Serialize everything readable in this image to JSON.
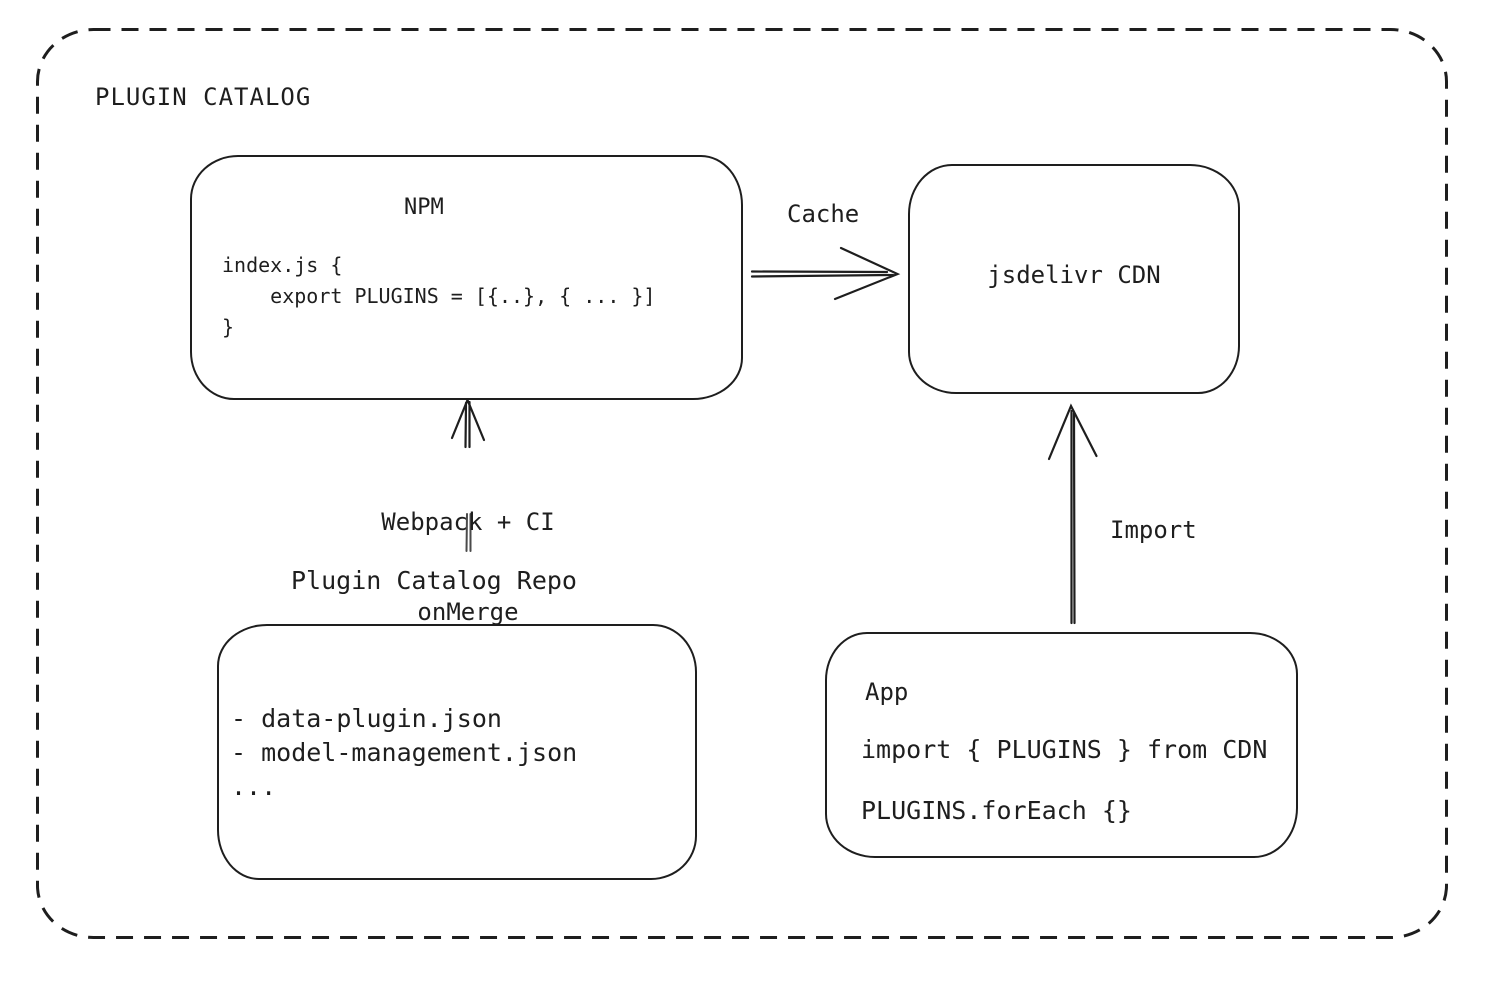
{
  "diagram": {
    "title": "PLUGIN CATALOG",
    "nodes": {
      "npm": {
        "title": "NPM",
        "code": [
          "index.js {",
          "    export PLUGINS = [{..}, { ... }]",
          "}"
        ]
      },
      "cdn": {
        "title": "jsdelivr CDN"
      },
      "repo": {
        "label": "Plugin Catalog Repo",
        "items": [
          "- data-plugin.json",
          "- model-management.json",
          "..."
        ]
      },
      "app": {
        "title": "App",
        "code": [
          "import { PLUGINS } from CDN",
          "PLUGINS.forEach {}"
        ]
      }
    },
    "edges": {
      "cache": {
        "label": "Cache",
        "from": "NPM",
        "to": "jsdelivr CDN"
      },
      "build": {
        "label_line1": "Webpack + CI",
        "label_line2": "onMerge",
        "from": "Plugin Catalog Repo",
        "to": "NPM"
      },
      "import": {
        "label": "Import",
        "from": "App",
        "to": "jsdelivr CDN"
      }
    },
    "colors": {
      "stroke": "#1e1e1e",
      "background": "#ffffff"
    }
  }
}
